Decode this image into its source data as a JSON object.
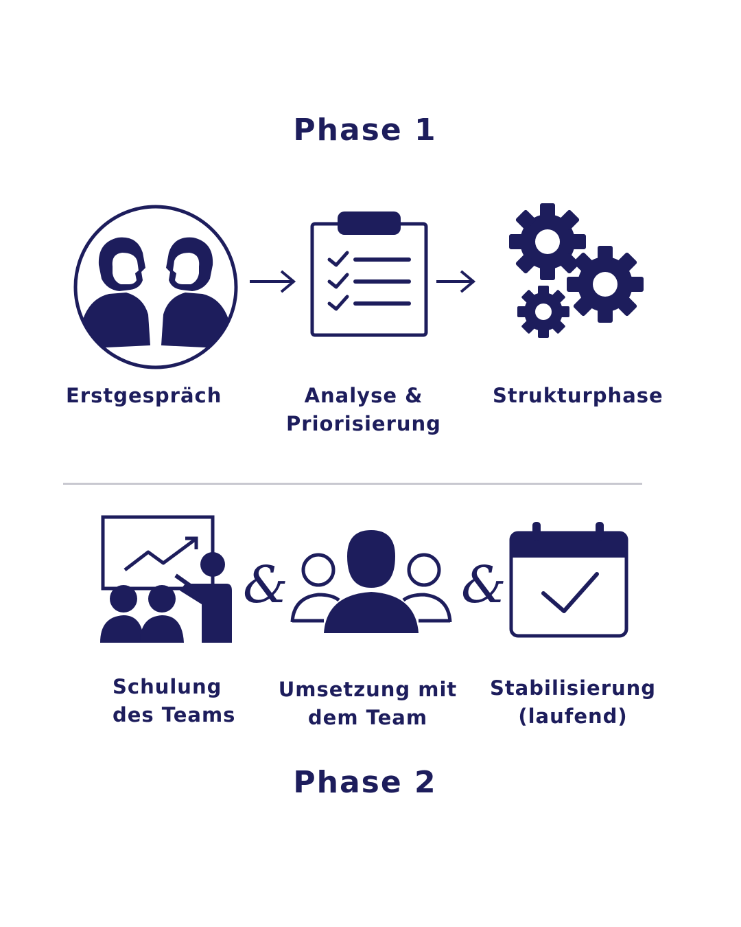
{
  "phase1": {
    "title": "Phase 1",
    "steps": [
      {
        "label": "Erstgespräch",
        "icon": "conversation-icon"
      },
      {
        "label": "Analyse & Priorisierung",
        "label_line1": "Analyse &",
        "label_line2": "Priorisierung",
        "icon": "clipboard-checklist-icon"
      },
      {
        "label": "Strukturphase",
        "icon": "gears-icon"
      }
    ],
    "connector": "→"
  },
  "phase2": {
    "title": "Phase 2",
    "steps": [
      {
        "label_line1": "Schulung",
        "label_line2": "des Teams",
        "icon": "presentation-icon"
      },
      {
        "label_line1": "Umsetzung mit",
        "label_line2": "dem Team",
        "icon": "team-icon"
      },
      {
        "label_line1": "Stabilisierung",
        "label_line2": "(laufend)",
        "icon": "calendar-check-icon"
      }
    ],
    "connector": "&"
  },
  "colors": {
    "primary": "#1d1d5c",
    "divider": "#c8c8d0",
    "background": "#ffffff"
  }
}
